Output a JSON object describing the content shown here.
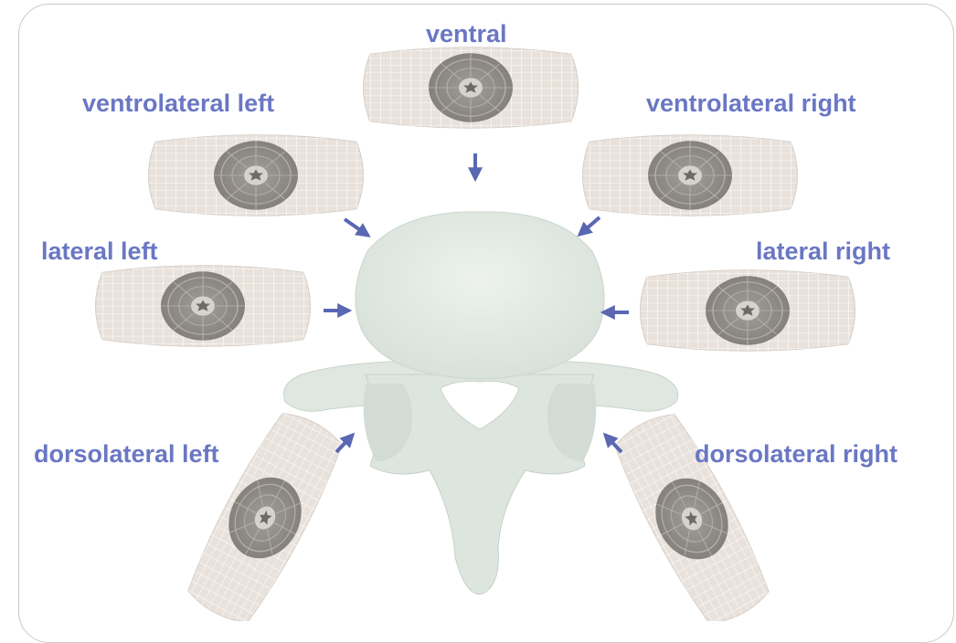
{
  "labels": {
    "ventral": "ventral",
    "ventrolateral_left": "ventrolateral left",
    "ventrolateral_right": "ventrolateral right",
    "lateral_left": "lateral left",
    "lateral_right": "lateral right",
    "dorsolateral_left": "dorsolateral left",
    "dorsolateral_right": "dorsolateral right"
  },
  "colors": {
    "label": "#6a77c4",
    "arrow": "#5a67b3",
    "implant_fill": "#e8e1db",
    "implant_grid": "#ffffff",
    "implant_core": "#8a8682",
    "vertebra": "#e5ece6",
    "vertebra_shadow": "#c7d1c9"
  }
}
